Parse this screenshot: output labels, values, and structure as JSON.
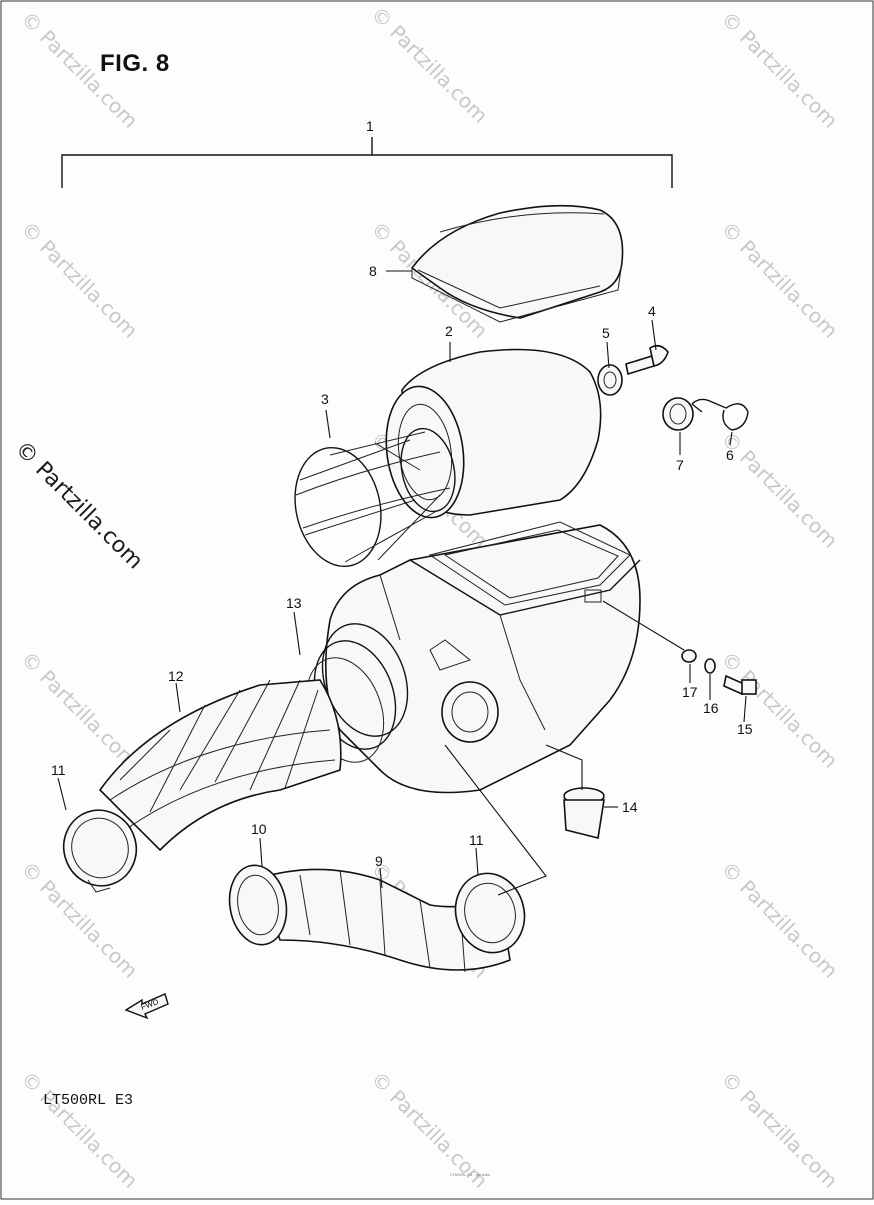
{
  "figure": {
    "title": "FIG. 8",
    "model": "LT500RL  E3",
    "footer": "LT500RL E3 · partzilla"
  },
  "watermark": {
    "text": "© Partzilla.com",
    "main_text": "© Partzilla.com"
  },
  "callouts": {
    "c1": "1",
    "c2": "2",
    "c3": "3",
    "c4": "4",
    "c5": "5",
    "c6": "6",
    "c7": "7",
    "c8": "8",
    "c9": "9",
    "c10": "10",
    "c11a": "11",
    "c11b": "11",
    "c12": "12",
    "c13": "13",
    "c14": "14",
    "c15": "15",
    "c16": "16",
    "c17": "17"
  },
  "fwd_label": "FWD"
}
